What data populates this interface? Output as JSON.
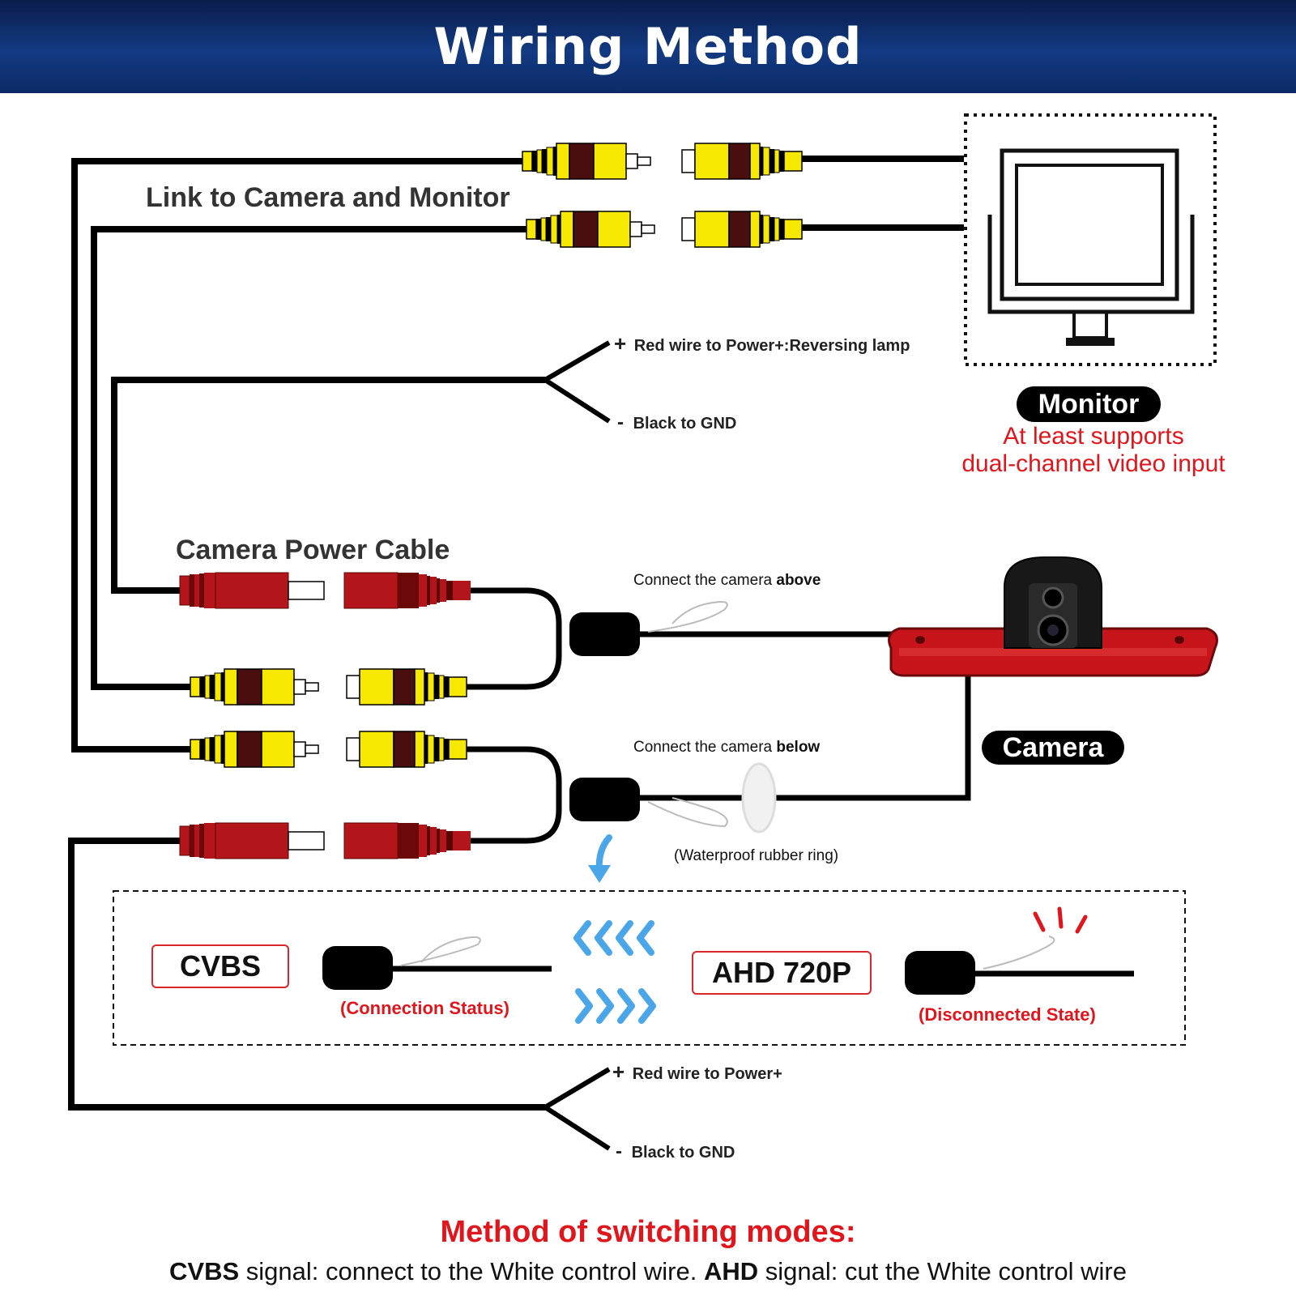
{
  "header": {
    "title": "Wiring Method"
  },
  "labels": {
    "link_to_camera_monitor": "Link to Camera and Monitor",
    "camera_power_cable": "Camera Power Cable",
    "red_wire_reversing_plus": "+",
    "red_wire_reversing": "Red wire to Power+:Reversing lamp",
    "black_gnd_top_minus": "-",
    "black_gnd_top": "Black to GND",
    "red_wire_power_plus": "+",
    "red_wire_power": "Red wire to Power+",
    "black_gnd_bottom_minus": "-",
    "black_gnd_bottom": "Black to GND",
    "connect_above_prefix": "Connect the camera ",
    "connect_above_bold": "above",
    "connect_below_prefix": "Connect the camera ",
    "connect_below_bold": "below",
    "waterproof_ring": "(Waterproof rubber ring)"
  },
  "monitor": {
    "badge": "Monitor",
    "note_line1": "At least supports",
    "note_line2": "dual-channel video input"
  },
  "camera": {
    "badge": "Camera"
  },
  "modes": {
    "cvbs_label": "CVBS",
    "cvbs_state": "(Connection Status)",
    "ahd_label": "AHD 720P",
    "ahd_state": "(Disconnected State)"
  },
  "footer": {
    "title": "Method of switching modes:",
    "cvbs_bold": "CVBS",
    "cvbs_text": " signal: connect to the White control wire. ",
    "ahd_bold": "AHD",
    "ahd_text": " signal: cut the White control wire"
  },
  "colors": {
    "header_bg": "#123a82",
    "accent_red": "#e0161c",
    "connector_yellow": "#f6e800",
    "connector_red": "#b3151a",
    "wire": "#000000",
    "arrow_blue": "#4aa6e8"
  }
}
